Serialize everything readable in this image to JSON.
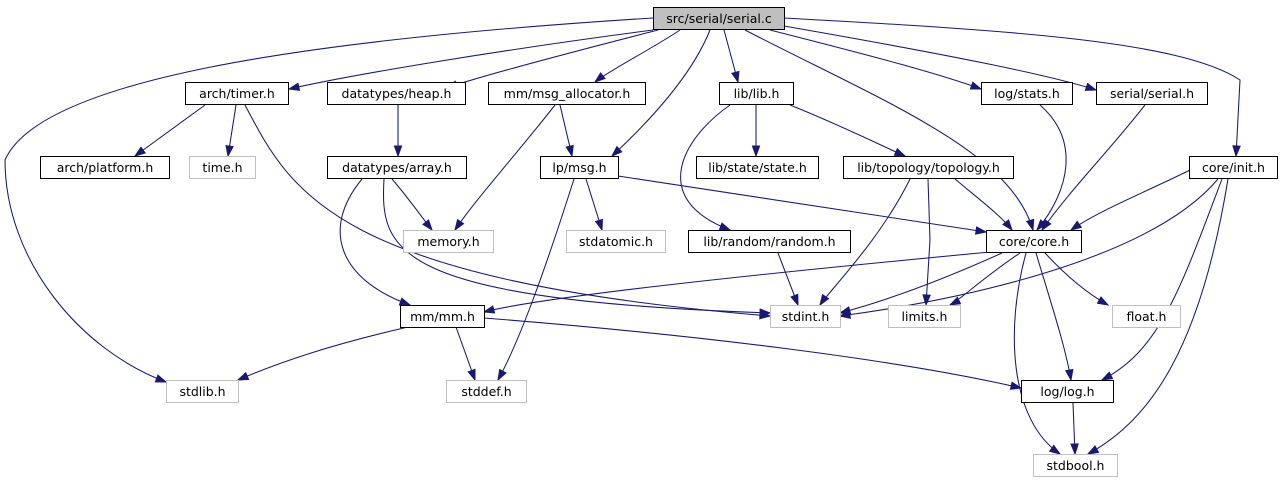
{
  "colors": {
    "edge": "#191970",
    "root_fill": "#bfbfbf",
    "documented_border": "#000000",
    "system_border": "#bfbfbf",
    "system_text": "#000000"
  },
  "nodes": [
    {
      "id": "serial_c",
      "label": "src/serial/serial.c",
      "kind": "root"
    },
    {
      "id": "arch_timer",
      "label": "arch/timer.h",
      "kind": "documented"
    },
    {
      "id": "heap",
      "label": "datatypes/heap.h",
      "kind": "documented"
    },
    {
      "id": "msg_alloc",
      "label": "mm/msg_allocator.h",
      "kind": "documented"
    },
    {
      "id": "lib_lib",
      "label": "lib/lib.h",
      "kind": "documented"
    },
    {
      "id": "log_stats",
      "label": "log/stats.h",
      "kind": "documented"
    },
    {
      "id": "serial_h",
      "label": "serial/serial.h",
      "kind": "documented"
    },
    {
      "id": "core_init",
      "label": "core/init.h",
      "kind": "documented"
    },
    {
      "id": "arch_platform",
      "label": "arch/platform.h",
      "kind": "documented"
    },
    {
      "id": "time_h",
      "label": "time.h",
      "kind": "system"
    },
    {
      "id": "array",
      "label": "datatypes/array.h",
      "kind": "documented"
    },
    {
      "id": "lp_msg",
      "label": "lp/msg.h",
      "kind": "documented"
    },
    {
      "id": "state",
      "label": "lib/state/state.h",
      "kind": "documented"
    },
    {
      "id": "topology",
      "label": "lib/topology/topology.h",
      "kind": "documented"
    },
    {
      "id": "memory_h",
      "label": "memory.h",
      "kind": "system"
    },
    {
      "id": "stdatomic",
      "label": "stdatomic.h",
      "kind": "system"
    },
    {
      "id": "random",
      "label": "lib/random/random.h",
      "kind": "documented"
    },
    {
      "id": "core_core",
      "label": "core/core.h",
      "kind": "documented"
    },
    {
      "id": "mm_mm",
      "label": "mm/mm.h",
      "kind": "documented"
    },
    {
      "id": "stdint",
      "label": "stdint.h",
      "kind": "system"
    },
    {
      "id": "limits",
      "label": "limits.h",
      "kind": "system"
    },
    {
      "id": "float_h",
      "label": "float.h",
      "kind": "system"
    },
    {
      "id": "stdlib",
      "label": "stdlib.h",
      "kind": "system"
    },
    {
      "id": "stddef",
      "label": "stddef.h",
      "kind": "system"
    },
    {
      "id": "log_log",
      "label": "log/log.h",
      "kind": "documented"
    },
    {
      "id": "stdbool",
      "label": "stdbool.h",
      "kind": "system"
    }
  ],
  "edges": [
    {
      "from": "serial_c",
      "to": "arch_timer"
    },
    {
      "from": "serial_c",
      "to": "heap"
    },
    {
      "from": "serial_c",
      "to": "msg_alloc"
    },
    {
      "from": "serial_c",
      "to": "lp_msg"
    },
    {
      "from": "serial_c",
      "to": "lib_lib"
    },
    {
      "from": "serial_c",
      "to": "core_core"
    },
    {
      "from": "serial_c",
      "to": "log_stats"
    },
    {
      "from": "serial_c",
      "to": "serial_h"
    },
    {
      "from": "serial_c",
      "to": "core_init"
    },
    {
      "from": "serial_c",
      "to": "stdlib"
    },
    {
      "from": "arch_timer",
      "to": "arch_platform"
    },
    {
      "from": "arch_timer",
      "to": "time_h"
    },
    {
      "from": "arch_timer",
      "to": "stdint"
    },
    {
      "from": "heap",
      "to": "array"
    },
    {
      "from": "msg_alloc",
      "to": "lp_msg"
    },
    {
      "from": "msg_alloc",
      "to": "memory_h"
    },
    {
      "from": "lib_lib",
      "to": "state"
    },
    {
      "from": "lib_lib",
      "to": "topology"
    },
    {
      "from": "lib_lib",
      "to": "random"
    },
    {
      "from": "log_stats",
      "to": "core_core"
    },
    {
      "from": "serial_h",
      "to": "core_core"
    },
    {
      "from": "core_init",
      "to": "core_core"
    },
    {
      "from": "core_init",
      "to": "stdint"
    },
    {
      "from": "core_init",
      "to": "log_log"
    },
    {
      "from": "core_init",
      "to": "stdbool"
    },
    {
      "from": "array",
      "to": "memory_h"
    },
    {
      "from": "array",
      "to": "mm_mm"
    },
    {
      "from": "array",
      "to": "stdint"
    },
    {
      "from": "lp_msg",
      "to": "stdatomic"
    },
    {
      "from": "lp_msg",
      "to": "core_core"
    },
    {
      "from": "lp_msg",
      "to": "stddef"
    },
    {
      "from": "topology",
      "to": "core_core"
    },
    {
      "from": "topology",
      "to": "stdint"
    },
    {
      "from": "topology",
      "to": "limits"
    },
    {
      "from": "random",
      "to": "stdint"
    },
    {
      "from": "core_core",
      "to": "mm_mm"
    },
    {
      "from": "core_core",
      "to": "stdint"
    },
    {
      "from": "core_core",
      "to": "limits"
    },
    {
      "from": "core_core",
      "to": "float_h"
    },
    {
      "from": "core_core",
      "to": "log_log"
    },
    {
      "from": "core_core",
      "to": "stdbool"
    },
    {
      "from": "mm_mm",
      "to": "stdlib"
    },
    {
      "from": "mm_mm",
      "to": "stddef"
    },
    {
      "from": "mm_mm",
      "to": "log_log"
    },
    {
      "from": "log_log",
      "to": "stdbool"
    }
  ]
}
